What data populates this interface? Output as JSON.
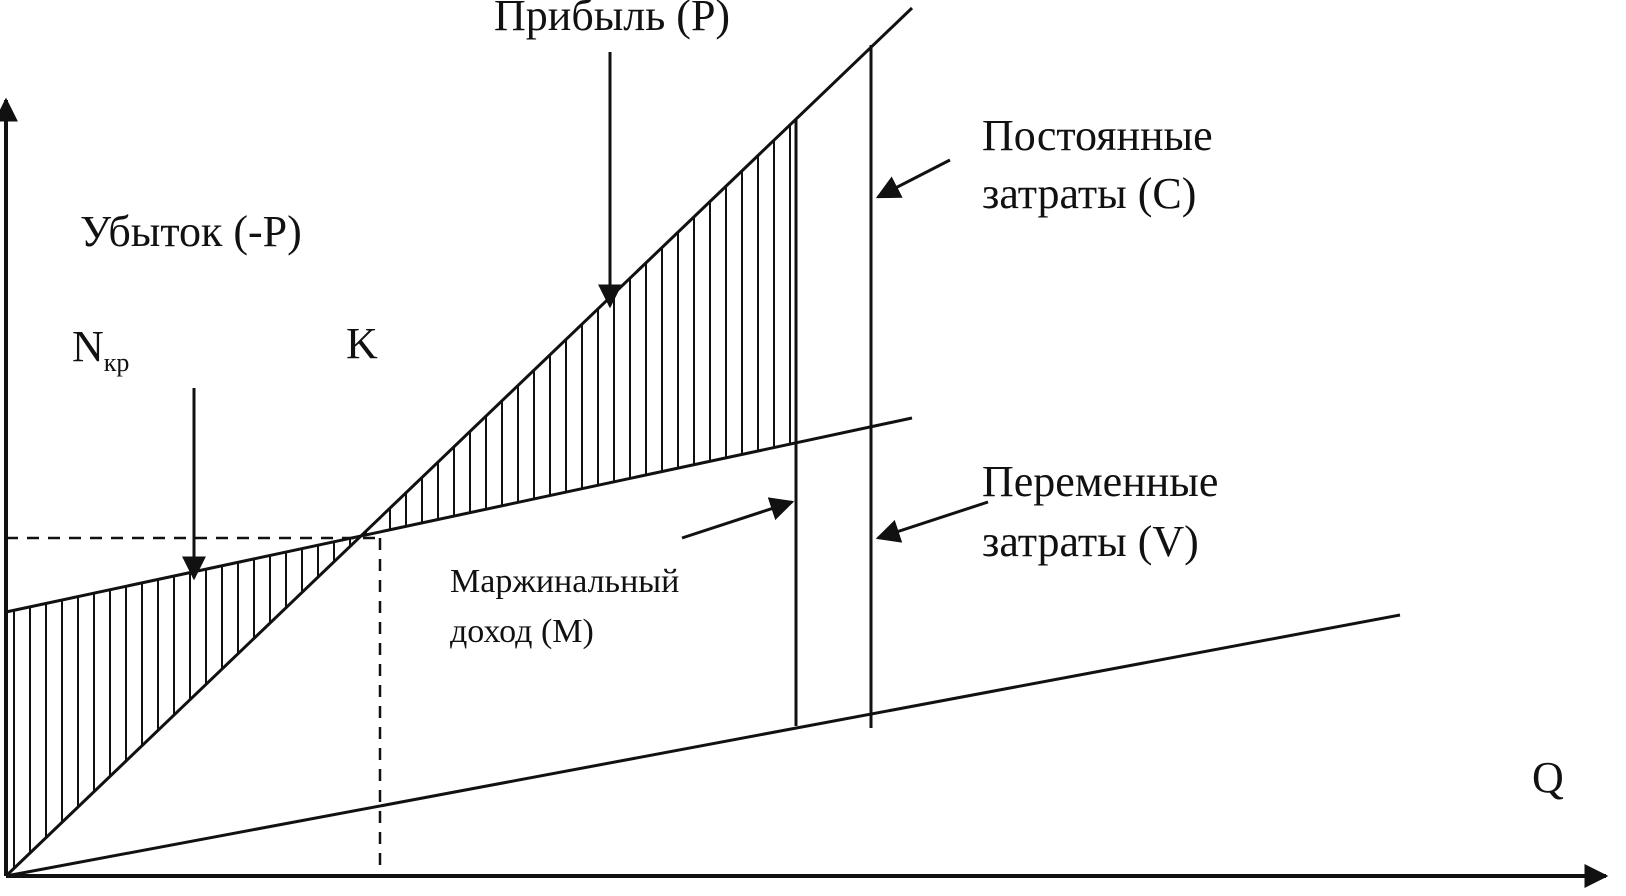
{
  "labels": {
    "profit": "Прибыль (Р)",
    "loss": "Убыток (-Р)",
    "n_kr_main": "N",
    "n_kr_sub": "кр",
    "k_point": "K",
    "fixed_costs_line1": "Постоянные",
    "fixed_costs_line2": "затраты (С)",
    "variable_costs_line1": "Переменные",
    "variable_costs_line2": "затраты (V)",
    "margin_line1": "Маржинальный",
    "margin_line2": "доход (М)",
    "q_axis": "Q"
  },
  "colors": {
    "ink": "#111111",
    "background": "#ffffff"
  },
  "hatch": {
    "profit_region": "vertical-lines",
    "loss_region": "vertical-lines"
  }
}
